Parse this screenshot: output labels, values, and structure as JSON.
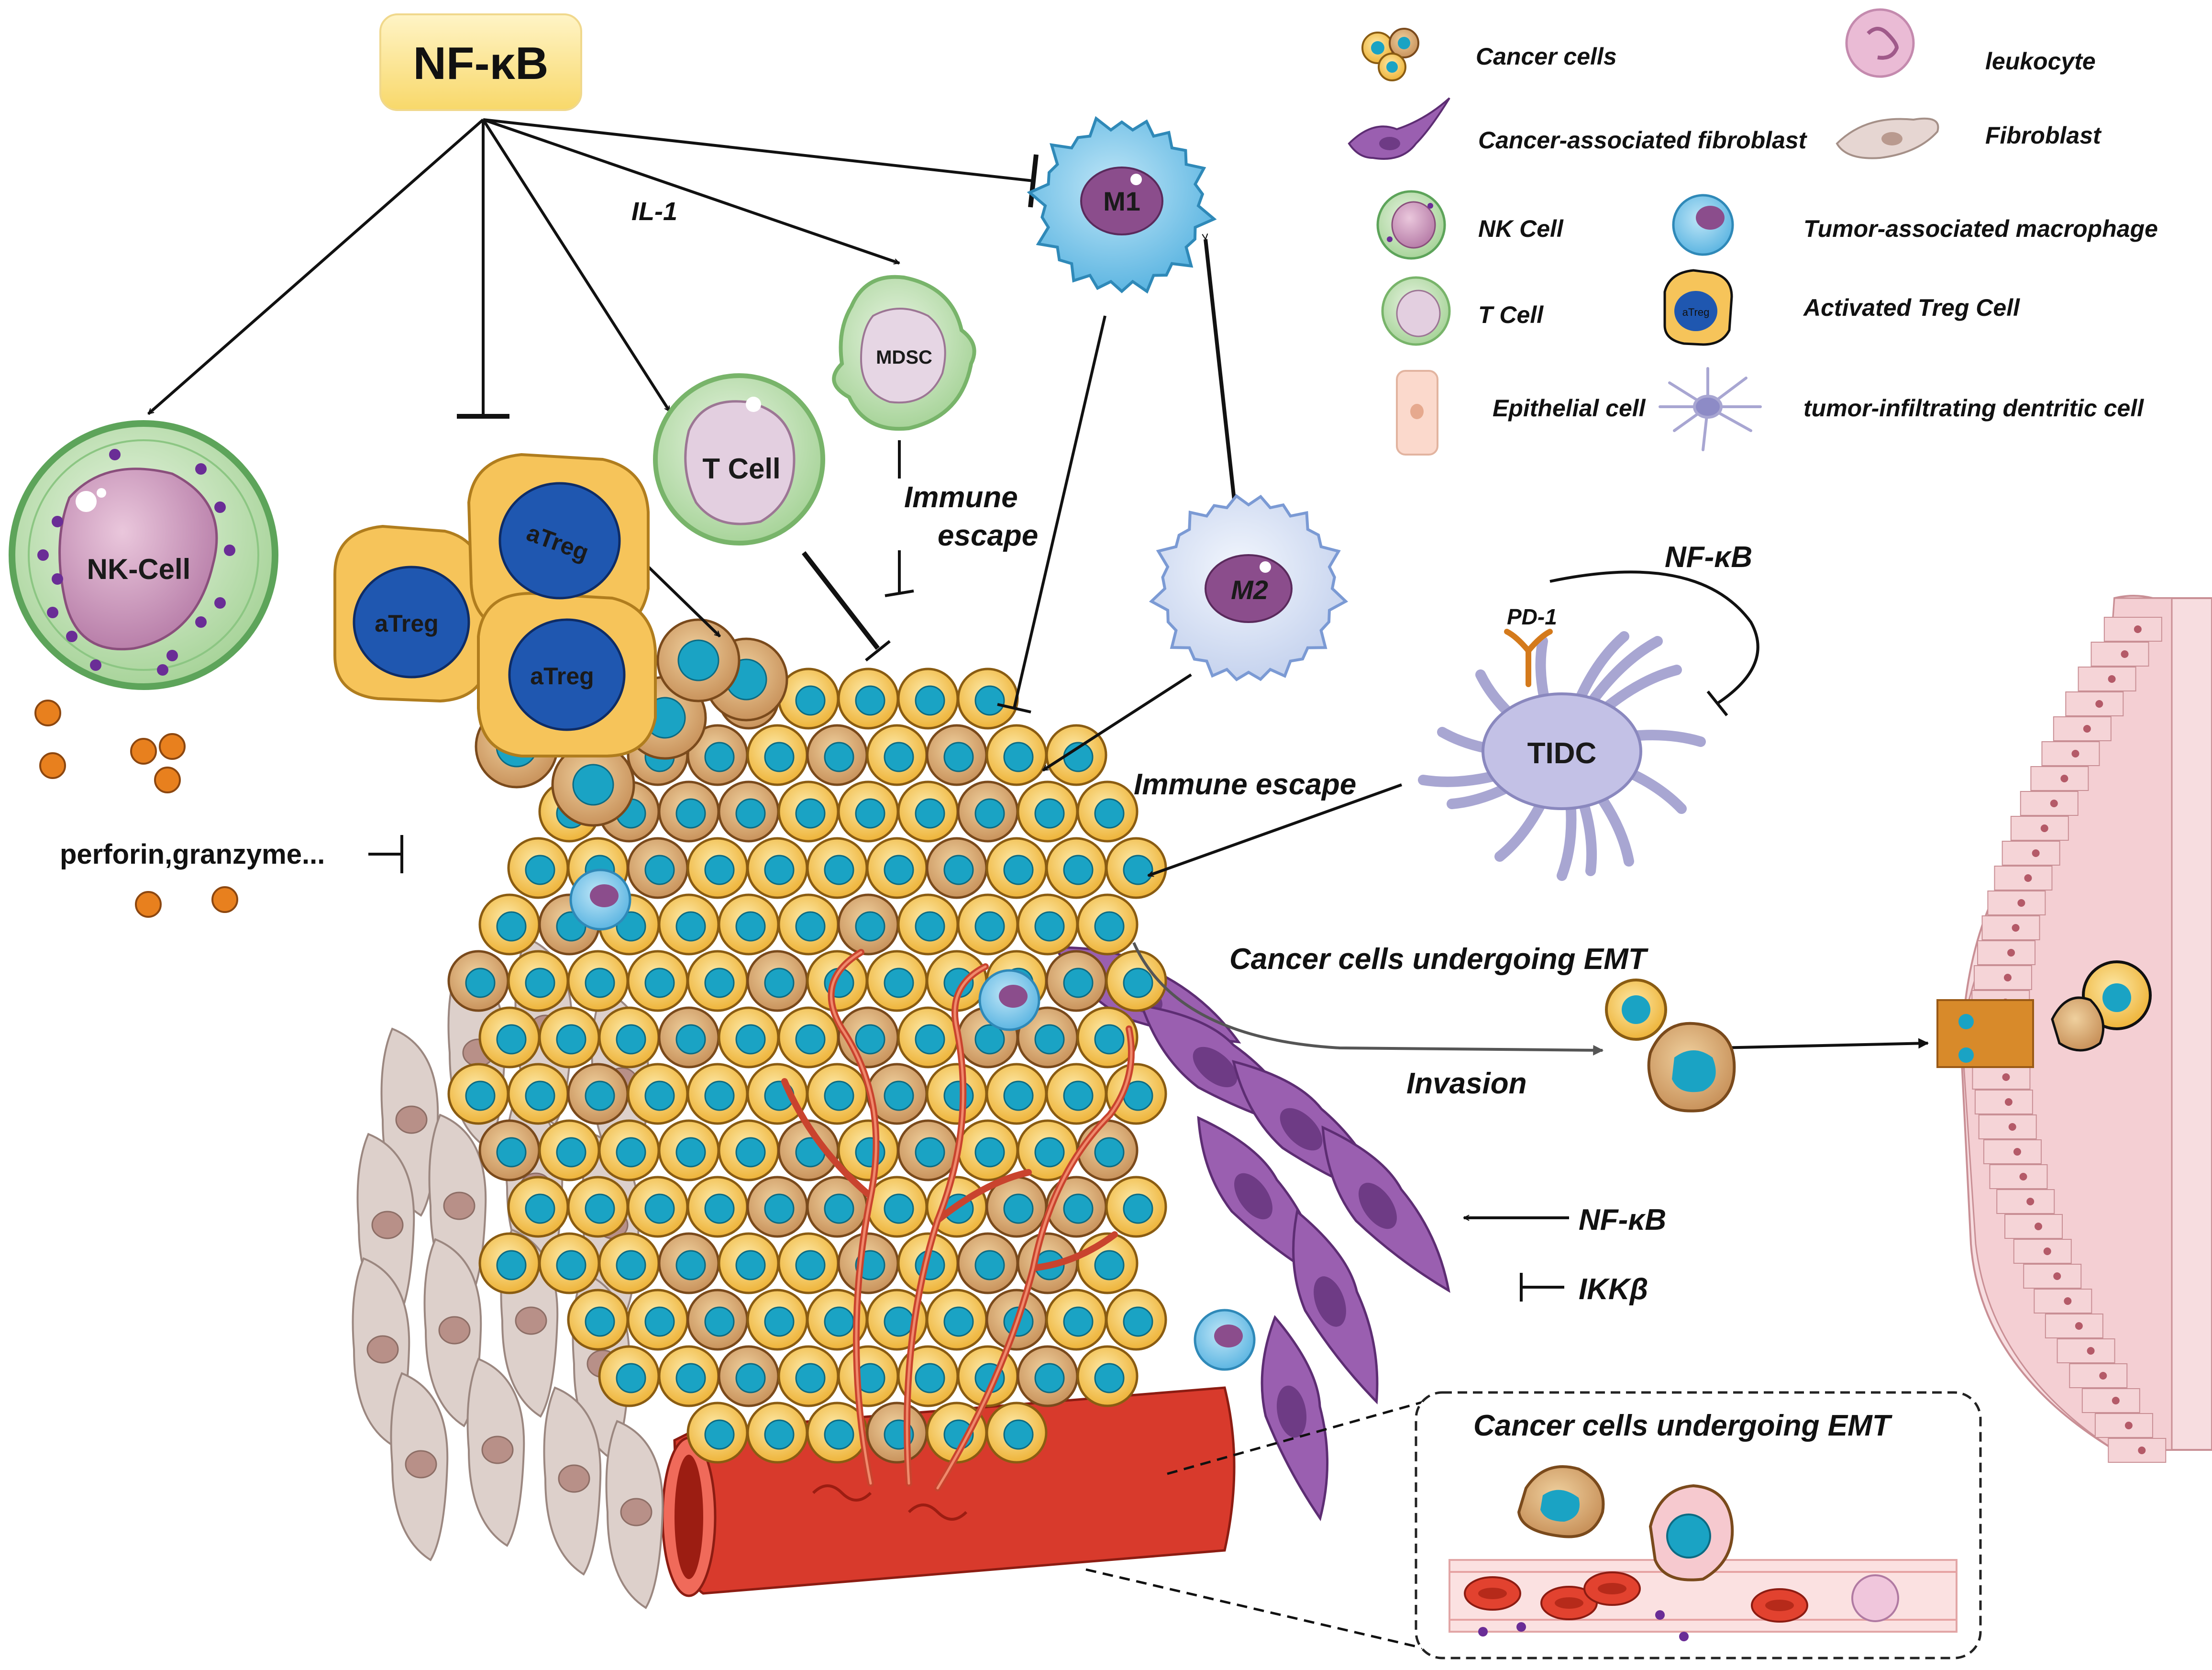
{
  "diagram": {
    "top_node": "NF-κB",
    "labels": {
      "il1": "IL-1",
      "immune_escape_1": "Immune",
      "immune_escape_2": "escape",
      "immune_escape_tidc": "Immune escape",
      "perforin": "perforin,granzyme...",
      "nfkb_loop": "NF-κB",
      "pd1": "PD-1",
      "emt_top": "Cancer cells undergoing EMT",
      "invasion": "Invasion",
      "nfkb_caf": "NF-κB",
      "ikkb": "IKKβ",
      "emt_box": "Cancer cells undergoing EMT"
    },
    "cells": {
      "nk": "NK-Cell",
      "atreg_1": "aTreg",
      "atreg_2": "aTreg",
      "atreg_3": "aTreg",
      "tcell": "T Cell",
      "mdsc": "MDSC",
      "m1": "M1",
      "m2": "M2",
      "tidc": "TIDC"
    }
  },
  "legend": [
    {
      "icon": "cancer-cells-icon",
      "label": "Cancer cells"
    },
    {
      "icon": "leukocyte-icon",
      "label": "leukocyte"
    },
    {
      "icon": "caf-icon",
      "label": "Cancer-associated fibroblast"
    },
    {
      "icon": "fibroblast-icon",
      "label": "Fibroblast"
    },
    {
      "icon": "nk-cell-icon",
      "label": "NK Cell"
    },
    {
      "icon": "tam-icon",
      "label": "Tumor-associated macrophage"
    },
    {
      "icon": "t-cell-icon",
      "label": "T Cell"
    },
    {
      "icon": "atreg-icon",
      "label": "Activated Treg Cell"
    },
    {
      "icon": "epithelial-icon",
      "label": "Epithelial cell"
    },
    {
      "icon": "tidc-icon",
      "label": "tumor-infiltrating dentritic cell"
    }
  ],
  "legend_icon_text": "aTreg",
  "colors": {
    "cancer_yellow": "#f5c24a",
    "nucleus_teal": "#1aa3c4",
    "macrophage_blue": "#7ec8ea",
    "caf_purple": "#9a5fb0",
    "fibroblast_beige": "#d9c8c2",
    "treg_nucleus": "#1f57b0",
    "vessel_red": "#d8392b",
    "epithelium_pink": "#f2c9cc"
  }
}
